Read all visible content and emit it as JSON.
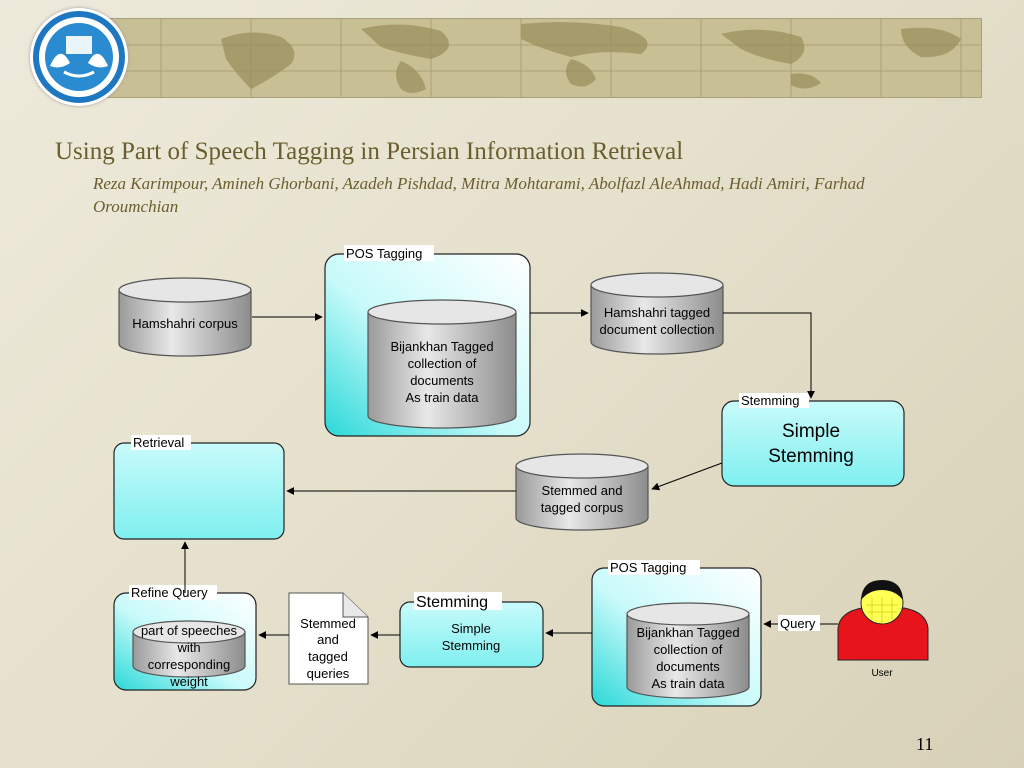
{
  "slide": {
    "title": "Using Part of Speech Tagging in Persian Information Retrieval",
    "authors": "Reza Karimpour, Amineh Ghorbani, Azadeh Pishdad, Mitra Mohtarami, Abolfazl AleAhmad, Hadi Amiri, Farhad Oroumchian",
    "page_number": "11",
    "logo_icon": "university-of-tehran-seal-icon"
  },
  "diagram": {
    "colors": {
      "box_cyan": "#a8f3f3",
      "cylinder_grey": "#bdbdbd",
      "user_red": "#e8141c",
      "face_yellow": "#ffff55"
    },
    "hamshahri_corpus": "Hamshahri corpus",
    "pos_tagging_top": {
      "label": "POS Tagging",
      "cylinder_lines": [
        "Bijankhan Tagged",
        "collection of",
        "documents",
        "As train data"
      ]
    },
    "tagged_collection": [
      "Hamshahri tagged",
      "document collection"
    ],
    "stemming_top": {
      "label": "Stemming",
      "text_lines": [
        "Simple",
        "Stemming"
      ]
    },
    "stemmed_corpus": [
      "Stemmed and",
      "tagged corpus"
    ],
    "retrieval": {
      "label": "Retrieval"
    },
    "refine_query": {
      "label": "Refine Query",
      "cylinder_lines": [
        "part of speeches",
        "with",
        "corresponding",
        "weight"
      ]
    },
    "stemmed_queries": [
      "Stemmed",
      "and",
      "tagged",
      "queries"
    ],
    "stemming_bottom": {
      "label": "Stemming",
      "text_lines": [
        "Simple",
        "Stemming"
      ]
    },
    "pos_tagging_bottom": {
      "label": "POS Tagging",
      "cylinder_lines": [
        "Bijankhan Tagged",
        "collection of",
        "documents",
        "As train data"
      ]
    },
    "query_label": "Query",
    "user_label": "User"
  }
}
